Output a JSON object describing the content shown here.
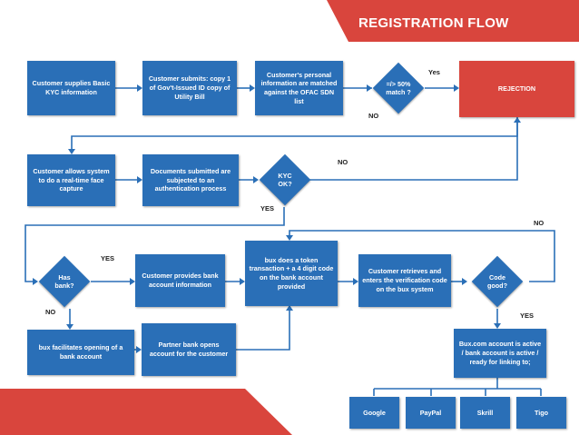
{
  "title": "REGISTRATION FLOW",
  "colors": {
    "box": "#2a6fb7",
    "rejection": "#d9453d",
    "banner": "#d9453d",
    "line": "#2a6fb7"
  },
  "nodes": {
    "kyc_info": "Customer supplies Basic KYC information",
    "submits": "Customer submits: copy 1 of Gov't-Issued ID copy of Utility Bill",
    "ofac": "Customer's personal information are matched against the OFAC SDN list",
    "match": "=/> 50% match ?",
    "rejection": "REJECTION",
    "face_capture": "Customer allows system to do a real-time face capture",
    "auth": "Documents submitted are subjected to an authentication process",
    "kyc_ok": "KYC OK?",
    "has_bank": "Has bank?",
    "provides_bank": "Customer provides bank account information",
    "token": "bux does a token transaction + a 4 digit code on the bank account provided",
    "retrieves": "Customer retrieves and enters the verification code on the bux system",
    "code_good": "Code good?",
    "facilitates": "bux facilitates opening of a bank account",
    "partner": "Partner bank opens account for the customer",
    "active": "Bux.com account is active / bank account is active / ready for linking to;"
  },
  "labels": {
    "yes_match": "Yes",
    "no_match": "NO",
    "no_kyc": "NO",
    "yes_kyc": "YES",
    "no_code": "NO",
    "yes_bank": "YES",
    "no_bank": "NO",
    "yes_code": "YES"
  },
  "services": [
    "Google",
    "PayPal",
    "Skrill",
    "Tigo"
  ]
}
